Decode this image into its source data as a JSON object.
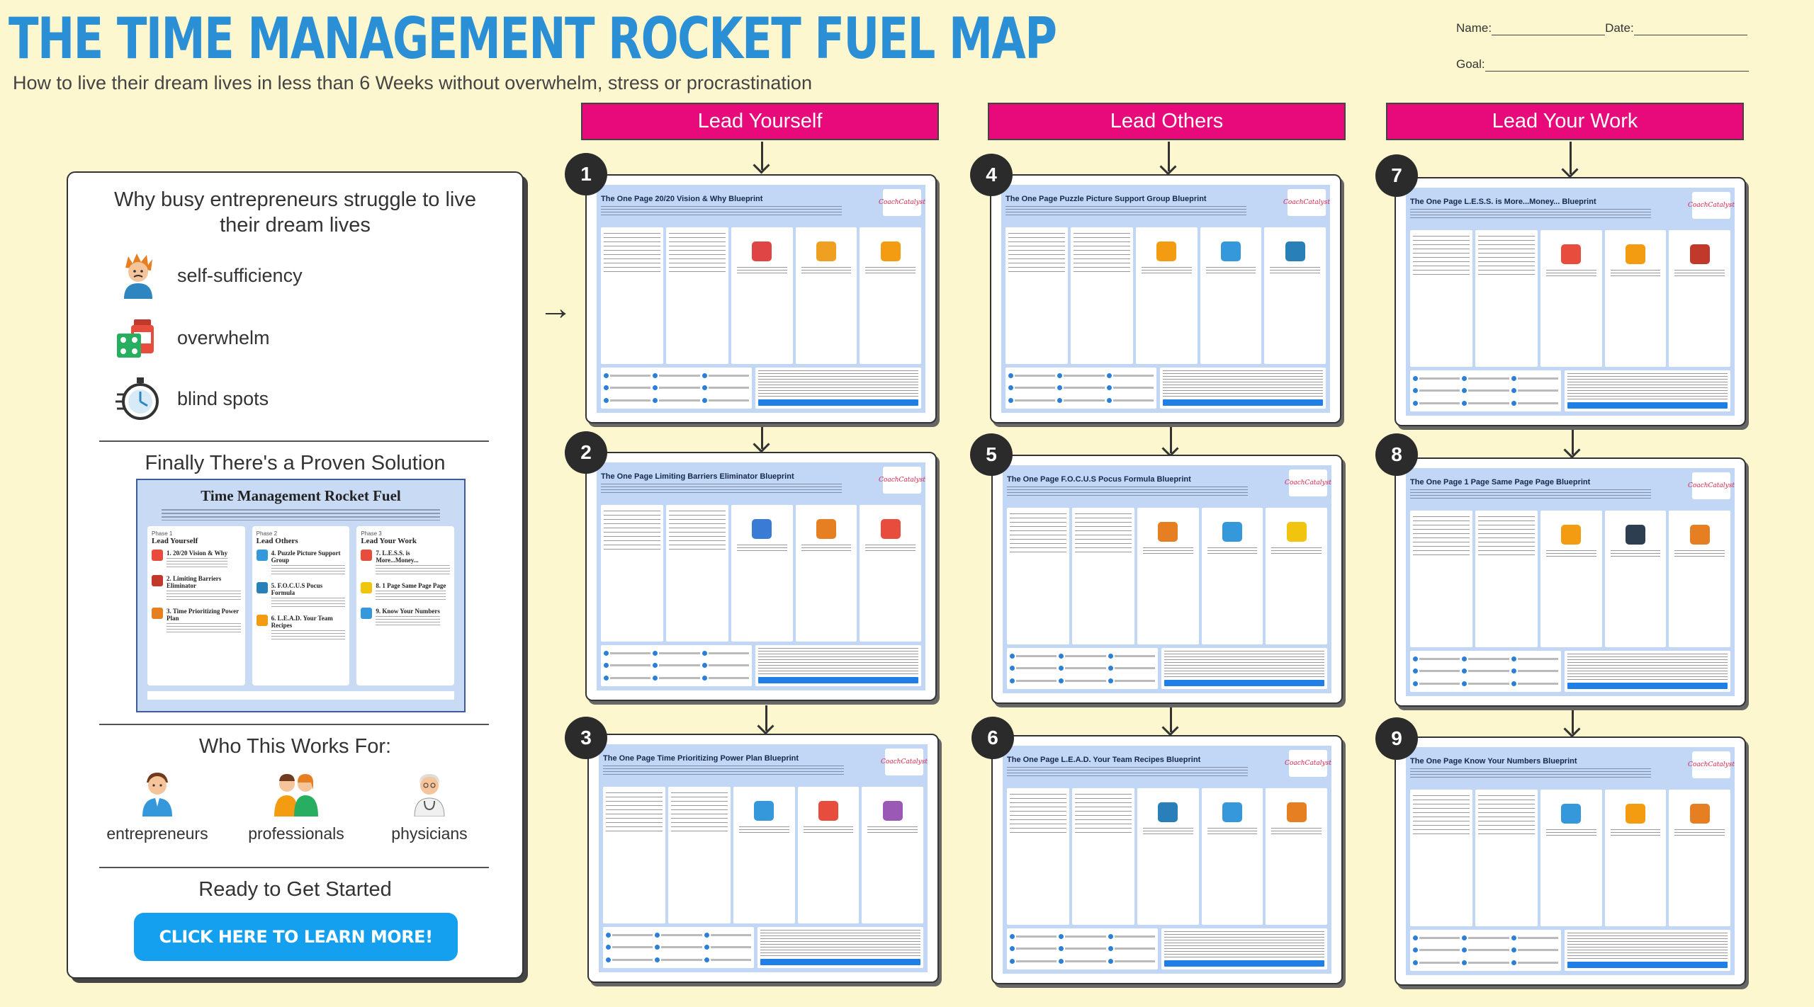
{
  "header": {
    "title": "THE TIME MANAGEMENT ROCKET FUEL MAP",
    "subtitle": "How to live their dream lives in less than 6 Weeks without overwhelm, stress or procrastination",
    "name_label": "Name:",
    "date_label": "Date:",
    "goal_label": "Goal:"
  },
  "panel": {
    "heading": "Why busy entrepreneurs struggle to live their dream lives",
    "reasons": [
      {
        "label": "self-sufficiency",
        "icon": "frustrated-person-icon"
      },
      {
        "label": "overwhelm",
        "icon": "pills-icon"
      },
      {
        "label": "blind spots",
        "icon": "stopwatch-icon"
      }
    ],
    "solution_heading": "Finally There's a Proven Solution",
    "solution_doc": {
      "title": "Time Management Rocket Fuel",
      "columns": [
        {
          "phase": "Phase 1",
          "name": "Lead Yourself",
          "items": [
            "1. 20/20 Vision & Why",
            "2. Limiting Barriers Eliminator",
            "3. Time Prioritizing Power Plan"
          ]
        },
        {
          "phase": "Phase 2",
          "name": "Lead Others",
          "items": [
            "4. Puzzle Picture Support Group",
            "5. F.O.C.U.S Pocus Formula",
            "6. L.E.A.D. Your Team Recipes"
          ]
        },
        {
          "phase": "Phase 3",
          "name": "Lead Your Work",
          "items": [
            "7. L.E.S.S. is More...Money...",
            "8. 1 Page Same Page Page",
            "9. Know Your Numbers"
          ]
        }
      ]
    },
    "audience_heading": "Who This Works For:",
    "audience": [
      {
        "label": "entrepreneurs",
        "icon": "entrepreneurs-icon"
      },
      {
        "label": "professionals",
        "icon": "professionals-icon"
      },
      {
        "label": "physicians",
        "icon": "physician-icon"
      }
    ],
    "cta_heading": "Ready to Get Started",
    "cta_button": "CLICK HERE TO LEARN MORE!"
  },
  "columns": [
    {
      "label": "Lead Yourself"
    },
    {
      "label": "Lead Others"
    },
    {
      "label": "Lead Your Work"
    }
  ],
  "cards": [
    {
      "num": "1",
      "title": "The One Page 20/20 Vision & Why Blueprint",
      "logo": "CoachCatalyst",
      "colors": [
        "#e04545",
        "#f0a020",
        "#f39c12"
      ]
    },
    {
      "num": "2",
      "title": "The One Page Limiting Barriers Eliminator Blueprint",
      "logo": "CoachCatalyst",
      "colors": [
        "#3a7bd5",
        "#e67e22",
        "#e74c3c"
      ]
    },
    {
      "num": "3",
      "title": "The One Page Time Prioritizing Power Plan Blueprint",
      "logo": "CoachCatalyst",
      "colors": [
        "#3498db",
        "#e74c3c",
        "#9b59b6"
      ]
    },
    {
      "num": "4",
      "title": "The One Page Puzzle Picture Support Group Blueprint",
      "logo": "CoachCatalyst",
      "colors": [
        "#f39c12",
        "#3498db",
        "#2980b9"
      ]
    },
    {
      "num": "5",
      "title": "The One Page F.O.C.U.S Pocus Formula Blueprint",
      "logo": "CoachCatalyst",
      "colors": [
        "#e67e22",
        "#3498db",
        "#f1c40f"
      ]
    },
    {
      "num": "6",
      "title": "The One Page L.E.A.D. Your Team Recipes Blueprint",
      "logo": "CoachCatalyst",
      "colors": [
        "#2980b9",
        "#3498db",
        "#e67e22"
      ]
    },
    {
      "num": "7",
      "title": "The One Page L.E.S.S. is More...Money... Blueprint",
      "logo": "CoachCatalyst",
      "colors": [
        "#e74c3c",
        "#f39c12",
        "#c0392b"
      ]
    },
    {
      "num": "8",
      "title": "The One Page 1 Page Same Page Page Blueprint",
      "logo": "CoachCatalyst",
      "colors": [
        "#f39c12",
        "#2c3e50",
        "#e67e22"
      ]
    },
    {
      "num": "9",
      "title": "The One Page Know Your Numbers Blueprint",
      "logo": "CoachCatalyst",
      "colors": [
        "#3498db",
        "#f39c12",
        "#e67e22"
      ]
    }
  ]
}
